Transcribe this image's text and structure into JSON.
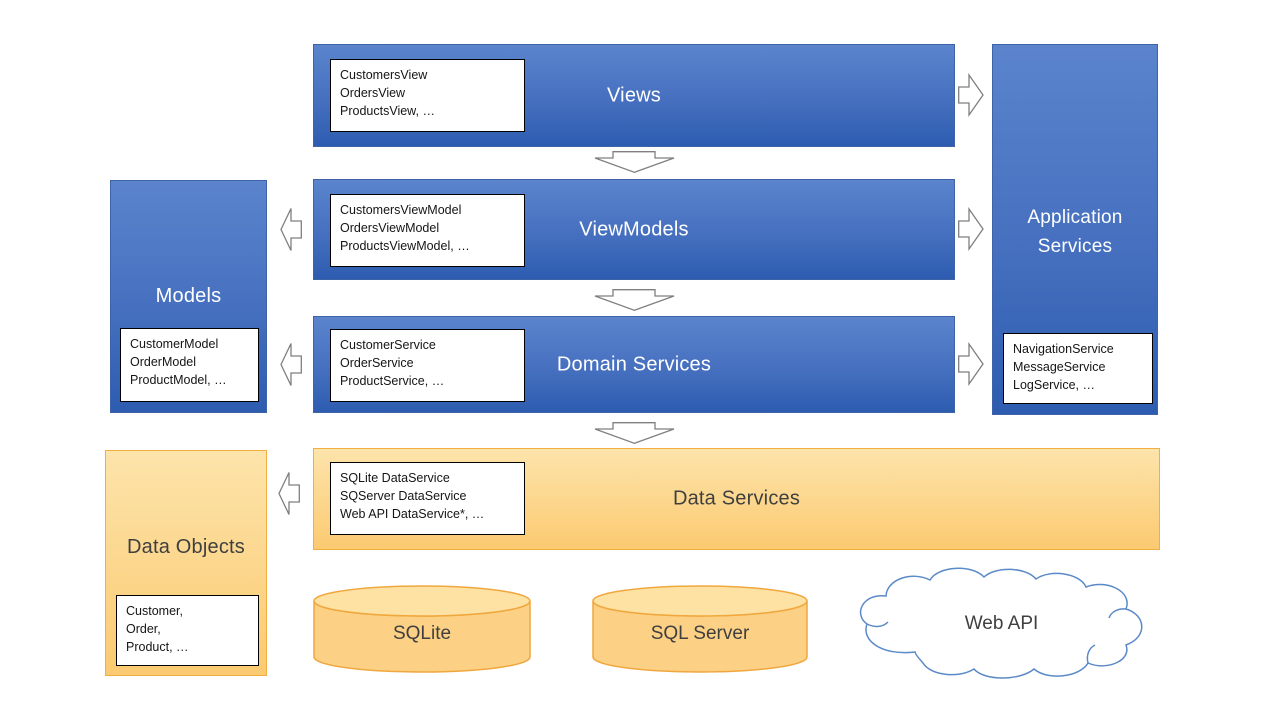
{
  "colors": {
    "layer_blue_top": "#5b84cd",
    "layer_blue_bottom": "#2d5cb0",
    "layer_blue_border": "#3e63a6",
    "accent_orange_top": "#fde4ab",
    "accent_orange_bottom": "#fbca71",
    "accent_orange_border": "#f1ae41",
    "cylinder_fill": "#fcd185",
    "cylinder_top_fill": "#fde2a4",
    "cylinder_border": "#f0a73e",
    "cloud_stroke": "#5b8ac8",
    "arrow_stroke": "#7f7f7f",
    "title_on_orange": "#3f3f3f"
  },
  "layers": [
    {
      "name": "views",
      "title": "Views",
      "classes": [
        "CustomersView",
        "OrdersView",
        "ProductsView, …"
      ]
    },
    {
      "name": "viewmodels",
      "title": "ViewModels",
      "classes": [
        "CustomersViewModel",
        "OrdersViewModel",
        "ProductsViewModel, …"
      ]
    },
    {
      "name": "domain-services",
      "title": "Domain Services",
      "classes": [
        "CustomerService",
        "OrderService",
        "ProductService, …"
      ]
    },
    {
      "name": "data-services",
      "title": "Data Services",
      "classes": [
        "SQLite DataService",
        "SQServer DataService",
        "Web API DataService*, …"
      ]
    }
  ],
  "side_boxes": [
    {
      "name": "models",
      "title": "Models",
      "classes": [
        "CustomerModel",
        "OrderModel",
        "ProductModel, …"
      ]
    },
    {
      "name": "application-services",
      "title": "Application Services",
      "classes": [
        "NavigationService",
        "MessageService",
        "LogService, …"
      ]
    },
    {
      "name": "data-objects",
      "title": "Data Objects",
      "classes": [
        "Customer,",
        "Order,",
        "Product, …"
      ]
    }
  ],
  "data_stores": [
    {
      "name": "sqlite",
      "label": "SQLite",
      "shape": "cylinder"
    },
    {
      "name": "sql-server",
      "label": "SQL Server",
      "shape": "cylinder"
    },
    {
      "name": "web-api",
      "label": "Web API",
      "shape": "cloud"
    }
  ],
  "icons": {
    "down_arrow": "block-arrow-down",
    "left_arrow": "block-arrow-left",
    "right_arrow": "block-arrow-right",
    "cylinder": "database-cylinder",
    "cloud": "cloud-outline"
  }
}
